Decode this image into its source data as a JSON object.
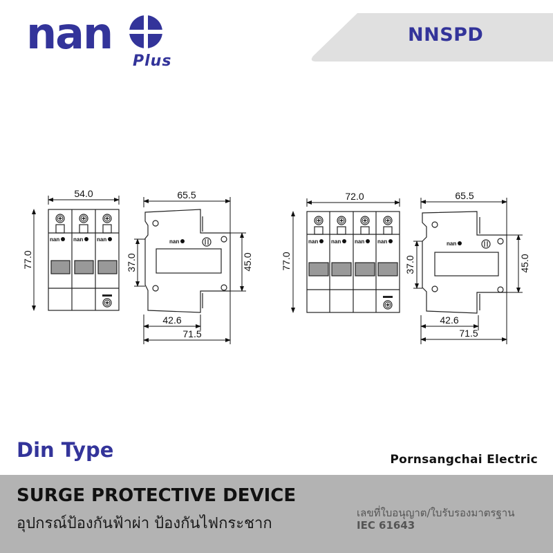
{
  "brand": {
    "logo_text": "nan",
    "logo_sub": "Plus",
    "primary_color": "#33349a",
    "banner_color": "#e0e0e0"
  },
  "header": {
    "product_code": "NNSPD"
  },
  "diagrams": {
    "three_pole_front": {
      "width": "54.0",
      "height": "77.0",
      "poles": 3
    },
    "three_pole_side": {
      "top_width": "65.5",
      "rail_height": "37.0",
      "front_height": "45.0",
      "bottom_inner": "42.6",
      "bottom_total": "71.5"
    },
    "four_pole_front": {
      "width": "72.0",
      "height": "77.0",
      "poles": 4
    },
    "four_pole_side": {
      "top_width": "65.5",
      "rail_height": "37.0",
      "front_height": "45.0",
      "bottom_inner": "42.6",
      "bottom_total": "71.5"
    },
    "module_brand": "nan"
  },
  "labels": {
    "din_type": "Din Type",
    "company": "Pornsangchai  Electric"
  },
  "footer": {
    "title": "SURGE PROTECTIVE DEVICE",
    "subtitle_thai": "อุปกรณ์ป้องกันฟ้าผ่า ป้องกันไฟกระชาก",
    "cert_label": "เลขที่ใบอนุญาต/ใบรับรองมาตรฐาน",
    "cert_value": "IEC 61643",
    "background": "#b3b3b3"
  }
}
